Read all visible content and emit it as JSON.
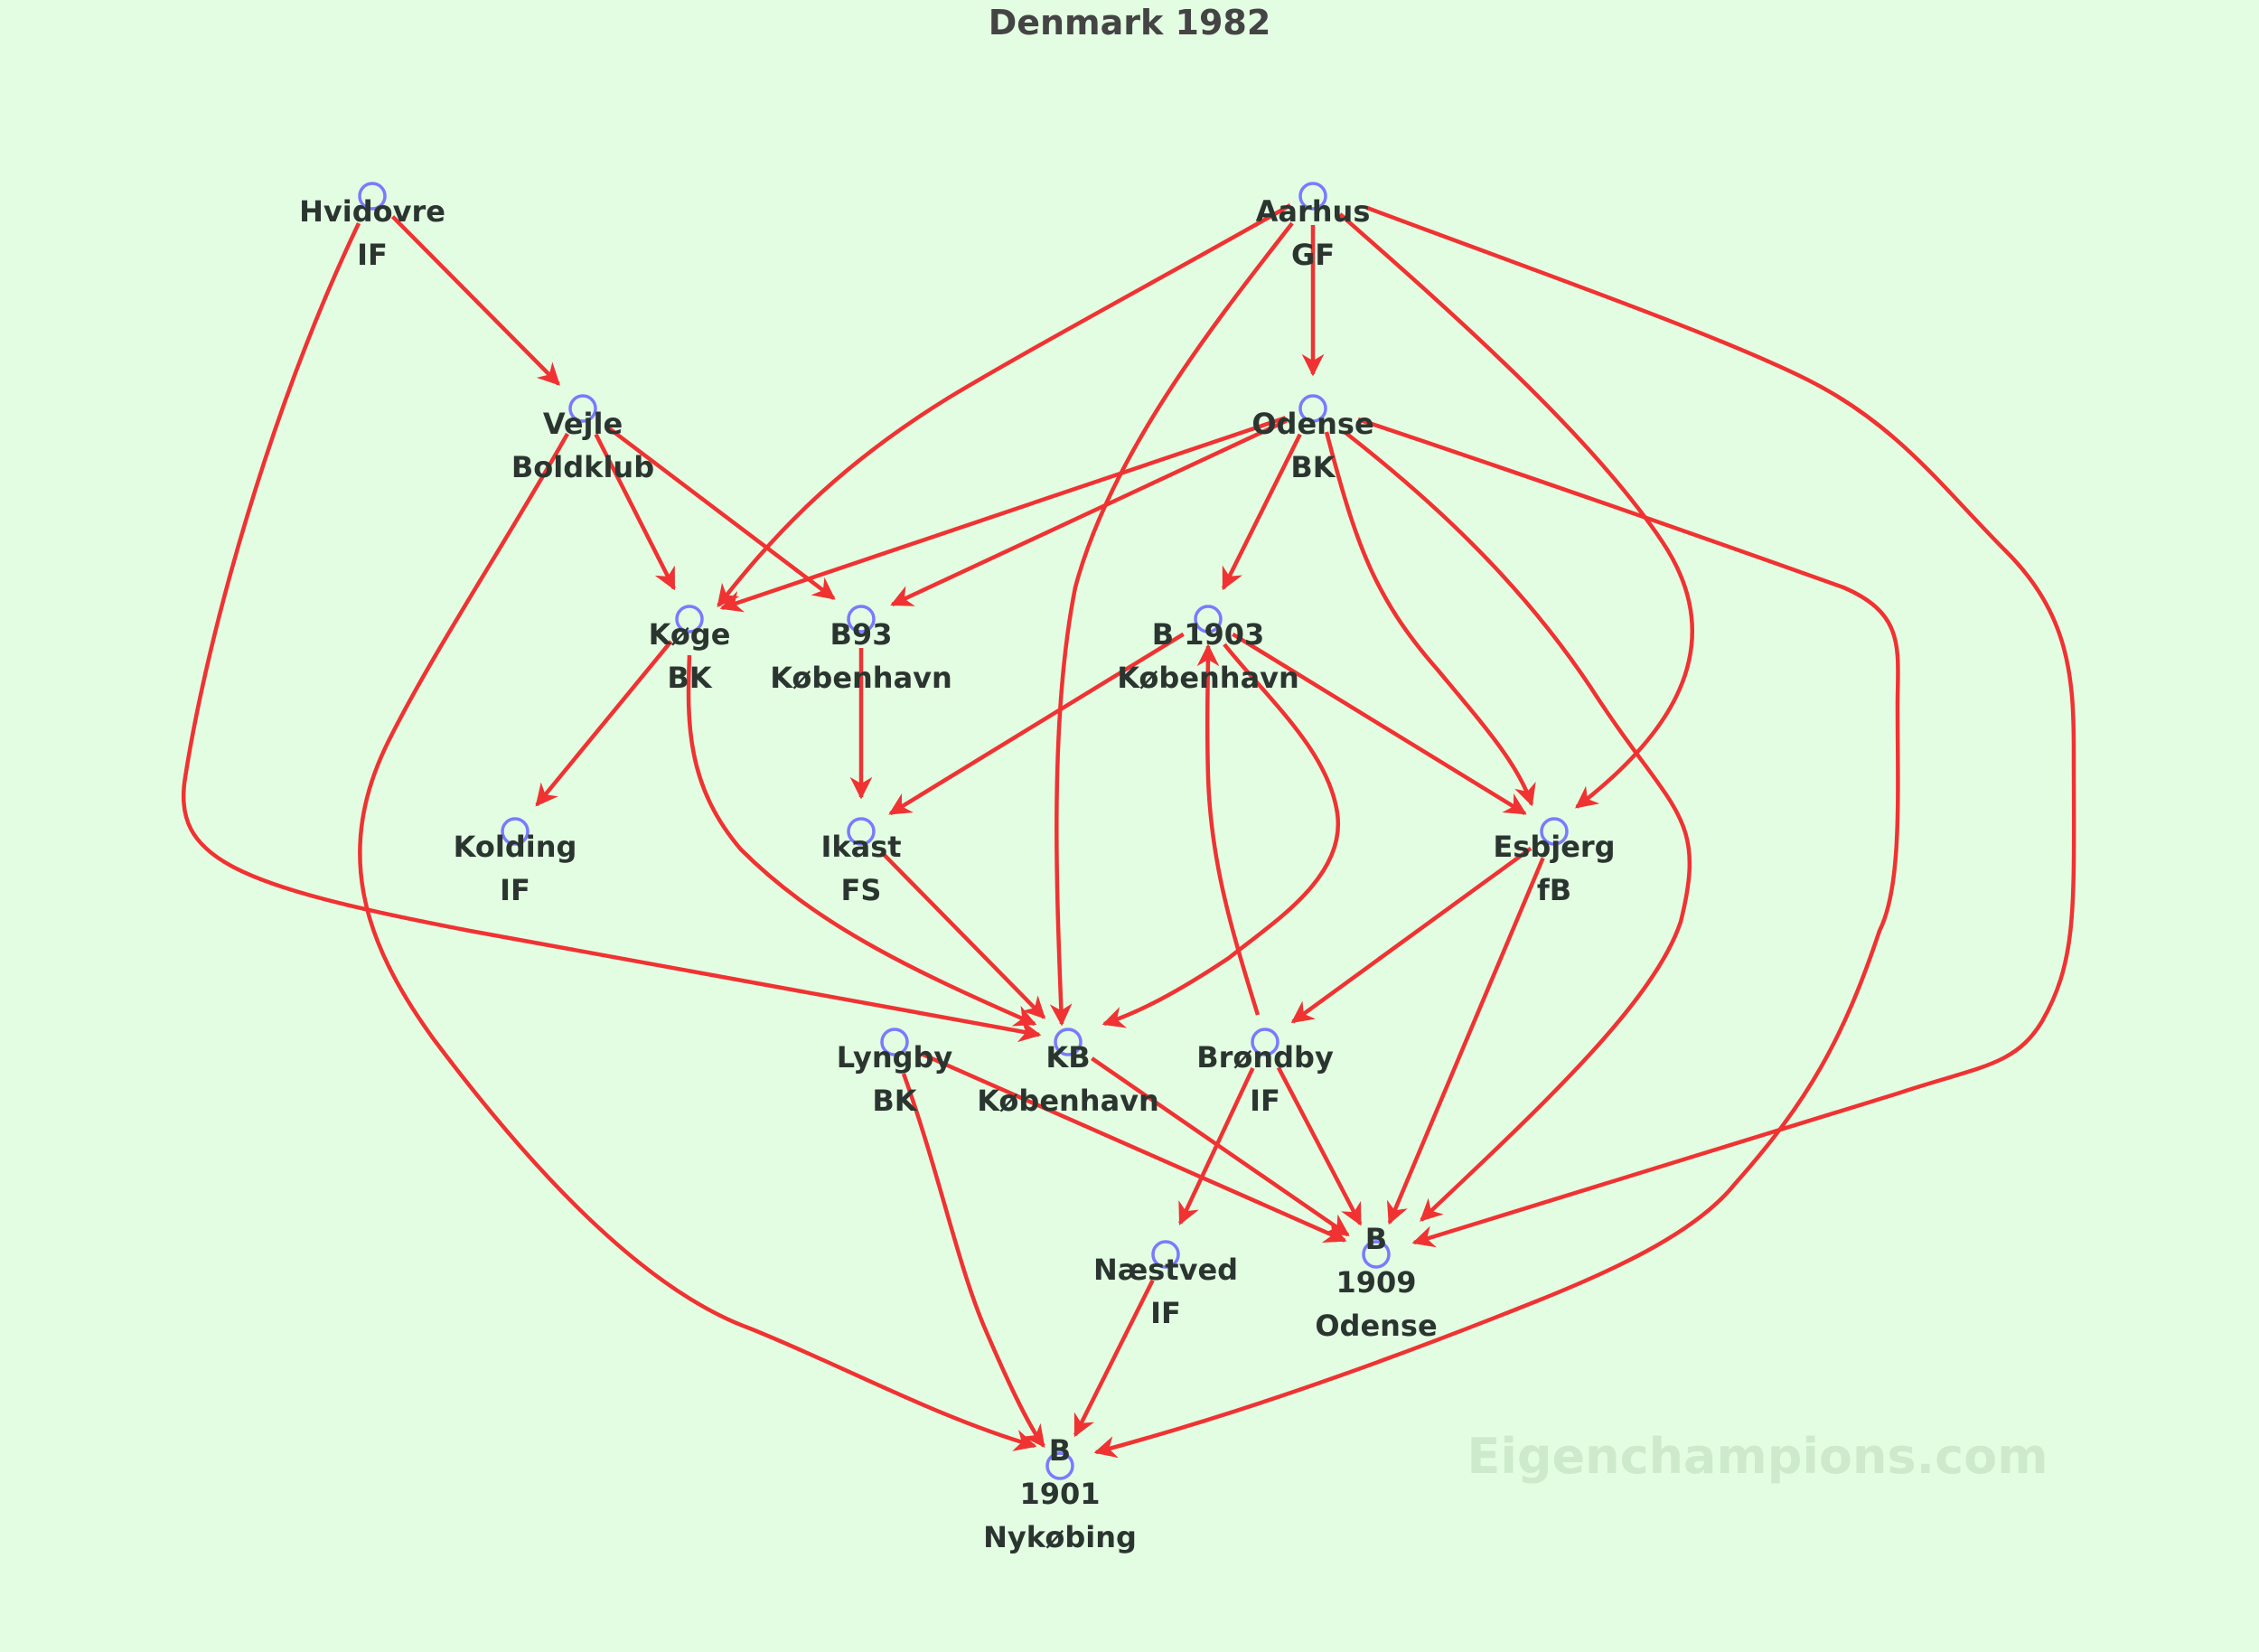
{
  "title": "Denmark 1982",
  "watermark": "Eigenchampions.com",
  "colors": {
    "background": "#e3fde2",
    "edge": "#f03232",
    "node": "#7a7aff",
    "label": "#2b3530",
    "title": "#444444",
    "watermark": "#cdebcc"
  },
  "nodes": [
    {
      "id": "hvidovre",
      "lines": [
        "Hvidovre",
        "IF"
      ]
    },
    {
      "id": "aarhus",
      "lines": [
        "Aarhus",
        "GF"
      ]
    },
    {
      "id": "vejle",
      "lines": [
        "Vejle",
        "Boldklub"
      ]
    },
    {
      "id": "odense-bk",
      "lines": [
        "Odense",
        "BK"
      ]
    },
    {
      "id": "koge",
      "lines": [
        "Køge",
        "BK"
      ]
    },
    {
      "id": "b93",
      "lines": [
        "B93",
        "København"
      ]
    },
    {
      "id": "b1903",
      "lines": [
        "B 1903",
        "København"
      ]
    },
    {
      "id": "kolding",
      "lines": [
        "Kolding",
        "IF"
      ]
    },
    {
      "id": "ikast",
      "lines": [
        "Ikast",
        "FS"
      ]
    },
    {
      "id": "esbjerg",
      "lines": [
        "Esbjerg",
        "fB"
      ]
    },
    {
      "id": "lyngby",
      "lines": [
        "Lyngby",
        "BK"
      ]
    },
    {
      "id": "kb",
      "lines": [
        "KB",
        "København"
      ]
    },
    {
      "id": "brondby",
      "lines": [
        "Brøndby",
        "IF"
      ]
    },
    {
      "id": "naestved",
      "lines": [
        "Næstved",
        "IF"
      ]
    },
    {
      "id": "b1909",
      "lines": [
        "B",
        "1909",
        "Odense"
      ]
    },
    {
      "id": "b1901",
      "lines": [
        "B",
        "1901",
        "Nykøbing"
      ]
    }
  ],
  "edges": [
    [
      "hvidovre",
      "vejle"
    ],
    [
      "hvidovre",
      "kb"
    ],
    [
      "aarhus",
      "odense-bk"
    ],
    [
      "aarhus",
      "koge"
    ],
    [
      "aarhus",
      "kb"
    ],
    [
      "aarhus",
      "esbjerg"
    ],
    [
      "aarhus",
      "b1909"
    ],
    [
      "vejle",
      "koge"
    ],
    [
      "vejle",
      "b93"
    ],
    [
      "vejle",
      "b1901"
    ],
    [
      "odense-bk",
      "koge"
    ],
    [
      "odense-bk",
      "b93"
    ],
    [
      "odense-bk",
      "b1903"
    ],
    [
      "odense-bk",
      "esbjerg"
    ],
    [
      "odense-bk",
      "b1909"
    ],
    [
      "odense-bk",
      "b1901"
    ],
    [
      "koge",
      "kolding"
    ],
    [
      "koge",
      "kb"
    ],
    [
      "b93",
      "ikast"
    ],
    [
      "b1903",
      "ikast"
    ],
    [
      "b1903",
      "esbjerg"
    ],
    [
      "b1903",
      "kb"
    ],
    [
      "ikast",
      "kb"
    ],
    [
      "esbjerg",
      "brondby"
    ],
    [
      "esbjerg",
      "b1909"
    ],
    [
      "lyngby",
      "b1909"
    ],
    [
      "lyngby",
      "b1901"
    ],
    [
      "kb",
      "b1909"
    ],
    [
      "brondby",
      "b1903"
    ],
    [
      "brondby",
      "naestved"
    ],
    [
      "brondby",
      "b1909"
    ],
    [
      "naestved",
      "b1901"
    ]
  ]
}
